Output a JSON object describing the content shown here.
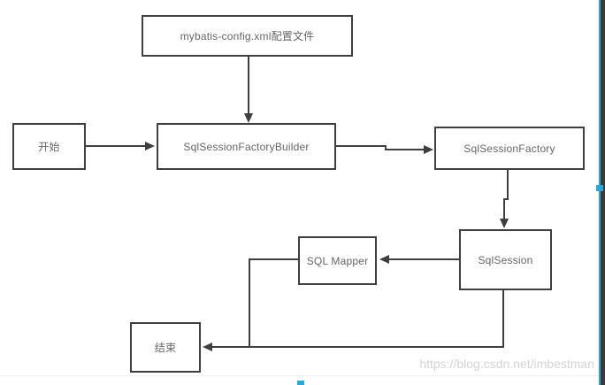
{
  "diagram": {
    "title_context": "MyBatis execution flow",
    "nodes": {
      "config": {
        "label": "mybatis-config.xml配置文件"
      },
      "start": {
        "label": "开始"
      },
      "builder": {
        "label": "SqlSessionFactoryBuilder"
      },
      "factory": {
        "label": "SqlSessionFactory"
      },
      "session": {
        "label": "SqlSession"
      },
      "mapper": {
        "label": "SQL Mapper"
      },
      "end": {
        "label": "结束"
      }
    },
    "edges": [
      {
        "from": "config",
        "to": "builder",
        "style": "arrow"
      },
      {
        "from": "start",
        "to": "builder",
        "style": "arrow"
      },
      {
        "from": "builder",
        "to": "factory",
        "style": "arrow"
      },
      {
        "from": "factory",
        "to": "session",
        "style": "arrow"
      },
      {
        "from": "session",
        "to": "mapper",
        "style": "arrow"
      },
      {
        "from": "mapper",
        "to": "end",
        "style": "merge"
      },
      {
        "from": "session",
        "to": "end",
        "style": "arrow"
      }
    ],
    "colors": {
      "line": "#3f3f3f",
      "box_border": "#3f3f3f",
      "box_fill": "#ffffff",
      "text": "#666666",
      "selection_blue": "#29a8e0",
      "edge_strip": "#3b3b3b",
      "watermark": "#d4d4d4"
    }
  },
  "watermark": {
    "text": "https://blog.csdn.net/imbestman"
  }
}
